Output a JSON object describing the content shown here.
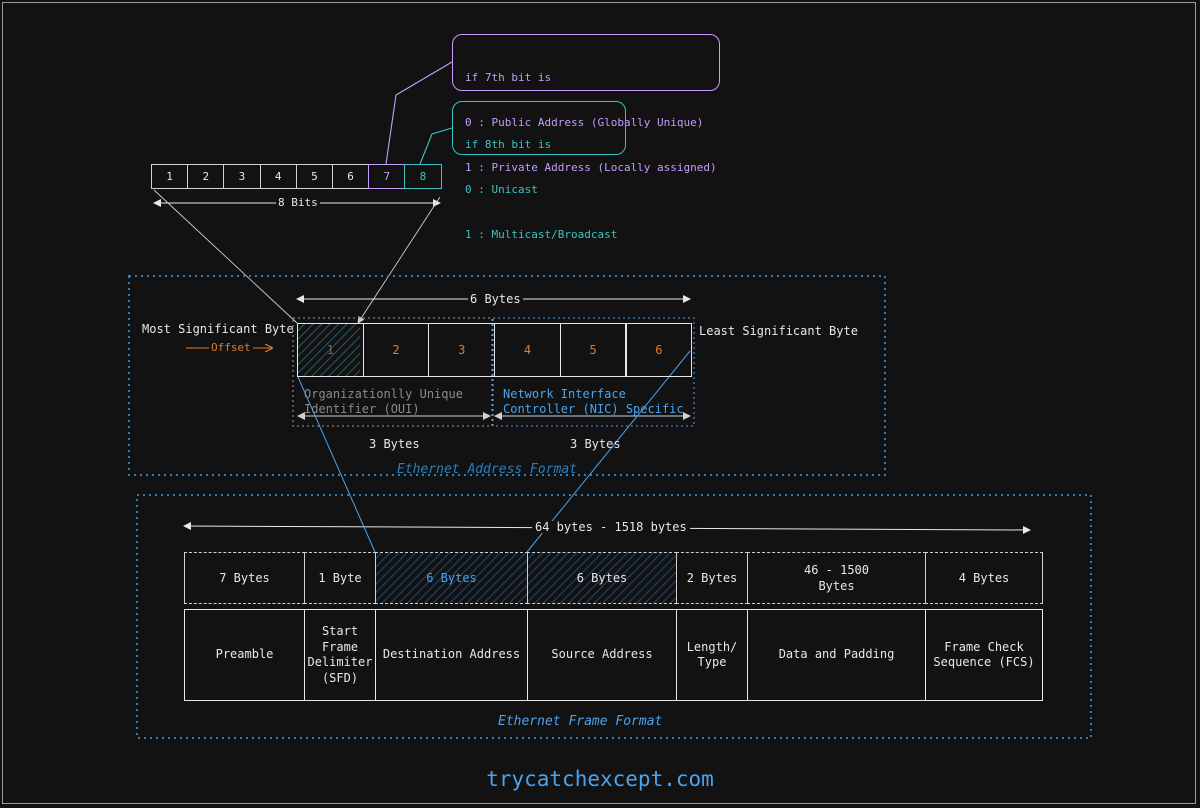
{
  "bits": {
    "cells": [
      "1",
      "2",
      "3",
      "4",
      "5",
      "6",
      "7",
      "8"
    ],
    "span_label": "8 Bits"
  },
  "callout_7th": {
    "lines": [
      "if 7th bit is",
      "0 : Public Address (Globally Unique)",
      "1 : Private Address (Locally assigned)"
    ],
    "color": "#c79bff"
  },
  "callout_8th": {
    "lines": [
      "if 8th bit is",
      "0 : Unicast",
      "1 : Multicast/Broadcast"
    ],
    "color": "#3fc1c1"
  },
  "address": {
    "span_label": "6 Bytes",
    "msb_label": "Most Significant Byte",
    "lsb_label": "Least Significant Byte",
    "offset_label": "Offset",
    "bytes": [
      "1",
      "2",
      "3",
      "4",
      "5",
      "6"
    ],
    "oui_label_lines": [
      "Organizationlly Unique",
      "Identifier (OUI)"
    ],
    "nic_label_lines": [
      "Network Interface",
      "Controller (NIC) Specific"
    ],
    "oui_size": "3 Bytes",
    "nic_size": "3 Bytes",
    "title": "Ethernet Address Format"
  },
  "frame": {
    "span_label": "64 bytes - 1518 bytes",
    "sizes": [
      "7 Bytes",
      "1 Byte",
      "6 Bytes",
      "6 Bytes",
      "2 Bytes",
      "46 - 1500\nBytes",
      "4 Bytes"
    ],
    "fields": [
      "Preamble",
      "Start\nFrame\nDelimiter\n(SFD)",
      "Destination Address",
      "Source Address",
      "Length/\nType",
      "Data and Padding",
      "Frame Check\nSequence (FCS)"
    ],
    "title": "Ethernet Frame Format"
  },
  "footer": "trycatchexcept.com",
  "colors": {
    "orange": "#e07b2c",
    "blue": "#4aa3f0",
    "teal": "#3fc1c1",
    "purple": "#c79bff",
    "dotted_blue": "#2e7fb8",
    "grey": "#8a8a8a"
  }
}
